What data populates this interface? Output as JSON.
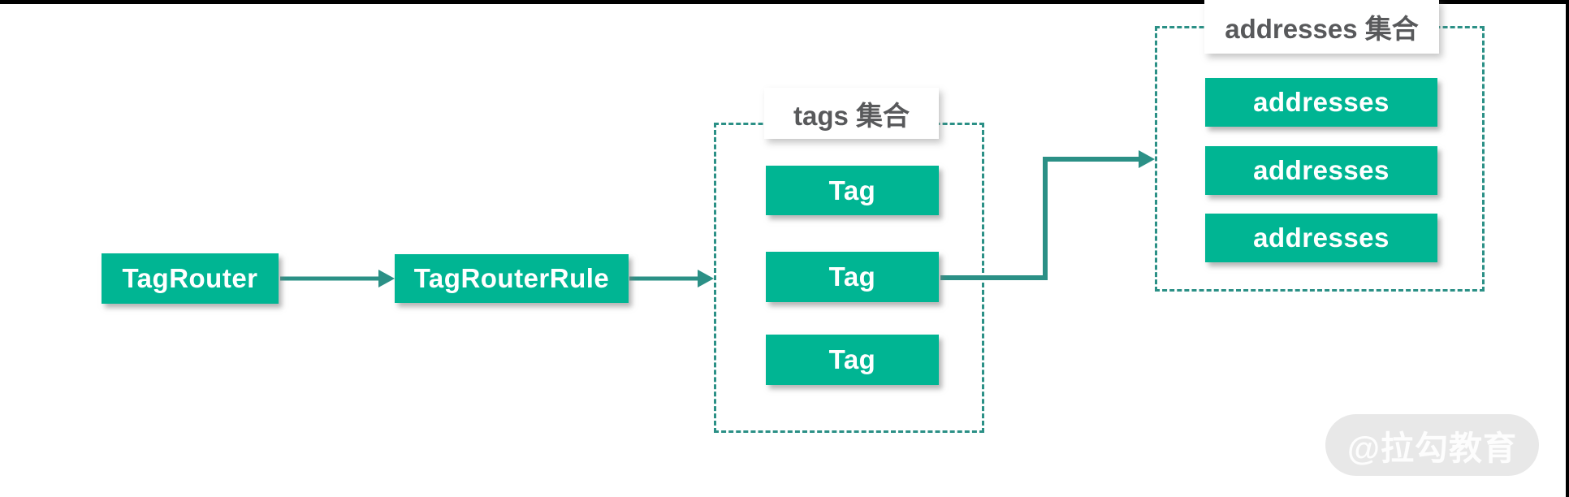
{
  "colors": {
    "node_fill": "#00b593",
    "connector": "#2b9086",
    "label_text": "#58595b",
    "node_text": "#ffffff",
    "watermark_bg": "#e8e8e8",
    "watermark_text": "#fdfdfd",
    "frame_black": "#000000"
  },
  "flow": {
    "tag_router": "TagRouter",
    "tag_router_rule": "TagRouterRule"
  },
  "tags_group": {
    "label": "tags 集合",
    "items": [
      "Tag",
      "Tag",
      "Tag"
    ]
  },
  "addresses_group": {
    "label": "addresses 集合",
    "items": [
      "addresses",
      "addresses",
      "addresses"
    ]
  },
  "watermark": {
    "text": "@拉勾教育"
  }
}
